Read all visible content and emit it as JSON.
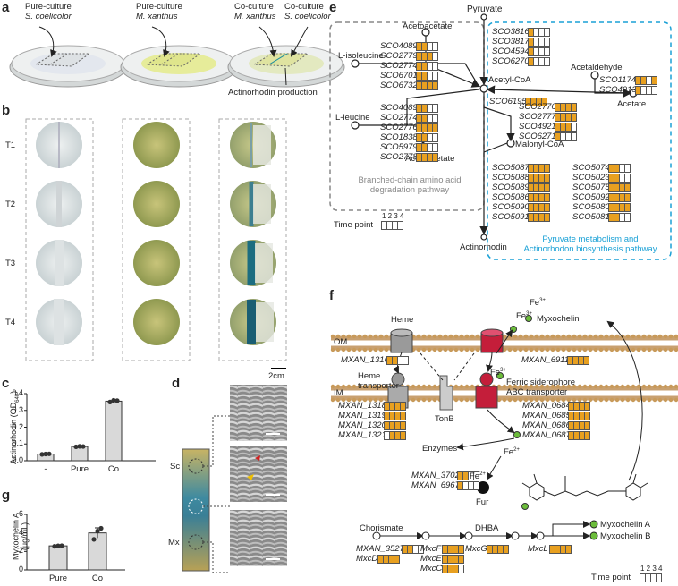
{
  "panel_letters": {
    "a": "a",
    "b": "b",
    "c": "c",
    "d": "d",
    "e": "e",
    "f": "f",
    "g": "g"
  },
  "panel_a": {
    "col1": [
      "Pure-culture",
      "S. coelicolor"
    ],
    "col2": [
      "Pure-culture",
      "M. xanthus"
    ],
    "col3a": [
      "Co-culture",
      "M. xanthus"
    ],
    "col3b": [
      "Co-culture",
      "S. coelicolor"
    ],
    "annotation": "Actinorhodin production"
  },
  "panel_b": {
    "rows": [
      "T1",
      "T2",
      "T3",
      "T4"
    ],
    "scale": "2cm"
  },
  "panel_c": {
    "chart_data": {
      "type": "bar",
      "categories": [
        "-",
        "Pure",
        "Co"
      ],
      "values": [
        0.04,
        0.085,
        0.355
      ],
      "ylabel": "Actinorhodin (OD",
      "ylabel_sub": "640",
      "ylabel_end": ")",
      "ylim": [
        0,
        0.4
      ],
      "yticks": [
        "0.0",
        "0.1",
        "0.2",
        "0.3",
        "0.4"
      ],
      "points": [
        [
          0.038,
          0.04,
          0.041
        ],
        [
          0.083,
          0.086,
          0.085
        ],
        [
          0.35,
          0.36,
          0.358
        ]
      ]
    }
  },
  "panel_g": {
    "chart_data": {
      "type": "bar",
      "categories": [
        "Pure",
        "Co"
      ],
      "values": [
        2.6,
        4.0
      ],
      "errors": [
        0.05,
        0.55
      ],
      "ylabel": "Myxochelin A",
      "ylabel2": "(μg/mL)",
      "ylim": [
        0,
        6
      ],
      "yticks": [
        "0",
        "2",
        "4",
        "6"
      ],
      "points": [
        [
          2.55,
          2.6,
          2.62
        ],
        [
          3.3,
          4.2,
          4.5
        ]
      ]
    }
  },
  "panel_d": {
    "sc": "Sc",
    "mx": "Mx"
  },
  "panel_e": {
    "nodes": {
      "pyruvate": "Pyruvate",
      "acetoacetate_top": "Acetoacetate",
      "l_isoleucine": "L-isoleucine",
      "l_leucine": "L-leucine",
      "acetyl_coa": "Acetyl-CoA",
      "acetaldehyde": "Acetaldehyde",
      "acetate": "Acetate",
      "malonyl_coa": "Malonyl-CoA",
      "acetoacetate_bot": "Acetoacetate",
      "actinorhodin": "Actinorhodin"
    },
    "genes_top": [
      {
        "name": "SCO3816",
        "hm": [
          1,
          0,
          0,
          0
        ]
      },
      {
        "name": "SCO3817",
        "hm": [
          1,
          0,
          0,
          0
        ]
      },
      {
        "name": "SCO4594",
        "hm": [
          1,
          0,
          0,
          0
        ]
      },
      {
        "name": "SCO6270",
        "hm": [
          1,
          0,
          0,
          0
        ]
      }
    ],
    "genes_acet": [
      {
        "name": "SCO1174",
        "hm": [
          1,
          1,
          0,
          1
        ]
      },
      {
        "name": "SCO4913",
        "hm": [
          1,
          0,
          0,
          0
        ]
      }
    ],
    "gene_6195": {
      "name": "SCO6195",
      "hm": [
        1,
        1,
        1,
        1
      ]
    },
    "genes_iso": [
      {
        "name": "SCO4089",
        "hm": [
          1,
          1,
          0,
          0
        ]
      },
      {
        "name": "SCO2779",
        "hm": [
          1,
          1,
          1,
          0
        ]
      },
      {
        "name": "SCO2774",
        "hm": [
          1,
          1,
          0,
          0
        ]
      },
      {
        "name": "SCO6701",
        "hm": [
          1,
          1,
          0,
          0
        ]
      },
      {
        "name": "SCO6732",
        "hm": [
          1,
          1,
          1,
          1
        ]
      }
    ],
    "genes_leu": [
      {
        "name": "SCO4089",
        "hm": [
          1,
          1,
          0,
          0
        ]
      },
      {
        "name": "SCO2774",
        "hm": [
          1,
          1,
          0,
          0
        ]
      },
      {
        "name": "SCO2776",
        "hm": [
          1,
          1,
          1,
          1
        ]
      },
      {
        "name": "SCO1838",
        "hm": [
          1,
          1,
          0,
          0
        ]
      },
      {
        "name": "SCO5979",
        "hm": [
          1,
          1,
          0,
          0
        ]
      },
      {
        "name": "SCO2778",
        "hm": [
          1,
          1,
          1,
          1
        ]
      }
    ],
    "genes_mal": [
      {
        "name": "SCO2776",
        "hm": [
          1,
          1,
          1,
          1
        ]
      },
      {
        "name": "SCO2777",
        "hm": [
          1,
          1,
          1,
          1
        ]
      },
      {
        "name": "SCO4921",
        "hm": [
          1,
          1,
          1,
          0
        ]
      },
      {
        "name": "SCO6271",
        "hm": [
          1,
          0,
          0,
          0
        ]
      }
    ],
    "genes_act1": [
      {
        "name": "SCO5087",
        "hm": [
          1,
          1,
          1,
          1
        ]
      },
      {
        "name": "SCO5088",
        "hm": [
          1,
          1,
          1,
          1
        ]
      },
      {
        "name": "SCO5089",
        "hm": [
          1,
          1,
          1,
          1
        ]
      },
      {
        "name": "SCO5086",
        "hm": [
          1,
          1,
          1,
          1
        ]
      },
      {
        "name": "SCO5090",
        "hm": [
          1,
          1,
          1,
          1
        ]
      },
      {
        "name": "SCO5091",
        "hm": [
          1,
          1,
          1,
          1
        ]
      }
    ],
    "genes_act2": [
      {
        "name": "SCO5074",
        "hm": [
          1,
          1,
          0,
          0
        ]
      },
      {
        "name": "SCO5023",
        "hm": [
          1,
          1,
          0,
          0
        ]
      },
      {
        "name": "SCO5075",
        "hm": [
          1,
          1,
          1,
          1
        ]
      },
      {
        "name": "SCO5092",
        "hm": [
          1,
          1,
          1,
          1
        ]
      },
      {
        "name": "SCO5080",
        "hm": [
          1,
          1,
          1,
          1
        ]
      },
      {
        "name": "SCO5081",
        "hm": [
          1,
          1,
          0,
          0
        ]
      }
    ],
    "box_gray": [
      "Branched-chain amino acid",
      "degradation pathway"
    ],
    "box_blue": [
      "Pyruvate metabolism and",
      "Actinorhodon biosynthesis pathway"
    ],
    "time_point": "Time point",
    "time_nums": "1 2 3 4"
  },
  "panel_f": {
    "heme": "Heme",
    "fe3": "Fe",
    "fe3_sup": "3+",
    "myxochelin": "Myxochelin",
    "om": "OM",
    "im": "IM",
    "heme_transporter": [
      "Heme",
      "transporter"
    ],
    "tonb": "TonB",
    "ferric": [
      "Ferric siderophore",
      "ABC transporter"
    ],
    "enzymes": "Enzymes",
    "fe2": "Fe",
    "fe2_sup": "2+",
    "fur": "Fur",
    "gene_1316": {
      "name": "MXAN_1316",
      "hm": [
        1,
        1,
        0,
        0
      ]
    },
    "gene_6911": {
      "name": "MXAN_6911",
      "hm": [
        1,
        1,
        1,
        1
      ]
    },
    "genes_heme": [
      {
        "name": "MXAN_1318",
        "hm": [
          1,
          1,
          1,
          1
        ]
      },
      {
        "name": "MXAN_1319",
        "hm": [
          1,
          1,
          1,
          1
        ]
      },
      {
        "name": "MXAN_1320",
        "hm": [
          1,
          1,
          1,
          1
        ]
      },
      {
        "name": "MXAN_1321",
        "hm": [
          0,
          1,
          1,
          1
        ]
      }
    ],
    "genes_abc": [
      {
        "name": "MXAN_0684",
        "hm": [
          1,
          1,
          1,
          1
        ]
      },
      {
        "name": "MXAN_0685",
        "hm": [
          1,
          1,
          1,
          1
        ]
      },
      {
        "name": "MXAN_0686",
        "hm": [
          1,
          1,
          1,
          1
        ]
      },
      {
        "name": "MXAN_0687",
        "hm": [
          1,
          1,
          1,
          1
        ]
      }
    ],
    "genes_fur": [
      {
        "name": "MXAN_3702",
        "hm": [
          1,
          1,
          0,
          0
        ]
      },
      {
        "name": "MXAN_6967",
        "hm": [
          1,
          0,
          0,
          0
        ]
      }
    ],
    "chorismate": "Chorismate",
    "dhba": "DHBA",
    "myxA": "Myxochelin A",
    "myxB": "Myxochelin B",
    "genes_pathway": [
      {
        "name": "MXAN_3527",
        "hm": [
          1,
          1,
          0,
          0
        ]
      },
      {
        "name": "MxcD",
        "hm": [
          1,
          1,
          1,
          1
        ]
      },
      {
        "name": "MxcF",
        "hm": [
          1,
          1,
          1,
          1
        ]
      },
      {
        "name": "MxcE",
        "hm": [
          1,
          1,
          1,
          1
        ]
      },
      {
        "name": "MxcC",
        "hm": [
          1,
          1,
          1,
          0
        ]
      },
      {
        "name": "MxcG",
        "hm": [
          1,
          1,
          1,
          1
        ]
      },
      {
        "name": "MxcL",
        "hm": [
          1,
          1,
          1,
          1
        ]
      }
    ],
    "time_point": "Time point",
    "time_nums": "1 2 3 4"
  },
  "colors": {
    "on": "#e8a020",
    "blue": "#1aa1d6",
    "gray": "#999999",
    "green": "#6cbd3b",
    "red": "#c41e3a"
  }
}
